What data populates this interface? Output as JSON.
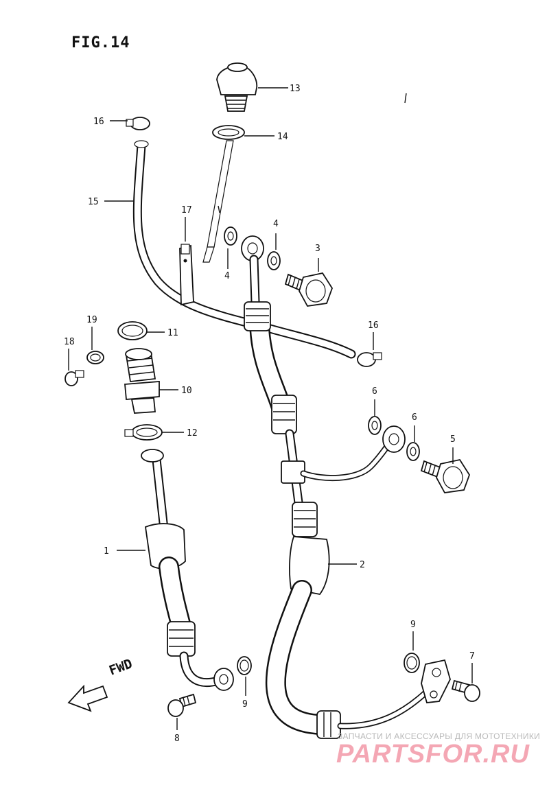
{
  "figure": {
    "title": "FIG.14",
    "direction_label": "FWD"
  },
  "callouts": [
    {
      "number": "1",
      "part": "hose-1"
    },
    {
      "number": "2",
      "part": "hose-2"
    },
    {
      "number": "3",
      "part": "banjo-bolt-3"
    },
    {
      "number": "4",
      "part": "washer-4a"
    },
    {
      "number": "4",
      "part": "washer-4b"
    },
    {
      "number": "5",
      "part": "banjo-bolt-5"
    },
    {
      "number": "6",
      "part": "washer-6a"
    },
    {
      "number": "6",
      "part": "washer-6b"
    },
    {
      "number": "7",
      "part": "bolt-7"
    },
    {
      "number": "8",
      "part": "bolt-8"
    },
    {
      "number": "9",
      "part": "o-ring-9a"
    },
    {
      "number": "9",
      "part": "o-ring-9b"
    },
    {
      "number": "10",
      "part": "fitting-10"
    },
    {
      "number": "11",
      "part": "o-ring-11"
    },
    {
      "number": "12",
      "part": "clamp-12"
    },
    {
      "number": "13",
      "part": "cap-13"
    },
    {
      "number": "14",
      "part": "o-ring-14"
    },
    {
      "number": "15",
      "part": "breather-hose-15"
    },
    {
      "number": "16",
      "part": "clip-16a"
    },
    {
      "number": "16",
      "part": "clip-16b"
    },
    {
      "number": "17",
      "part": "bracket-17"
    },
    {
      "number": "18",
      "part": "clip-18"
    },
    {
      "number": "19",
      "part": "clamp-19"
    }
  ],
  "watermark": {
    "caption": "ЗАПЧАСТИ И АКСЕССУАРЫ ДЛЯ МОТОТЕХНИКИ",
    "brand": "PARTSFOR.RU",
    "brand_color": "#f4a7b4"
  }
}
